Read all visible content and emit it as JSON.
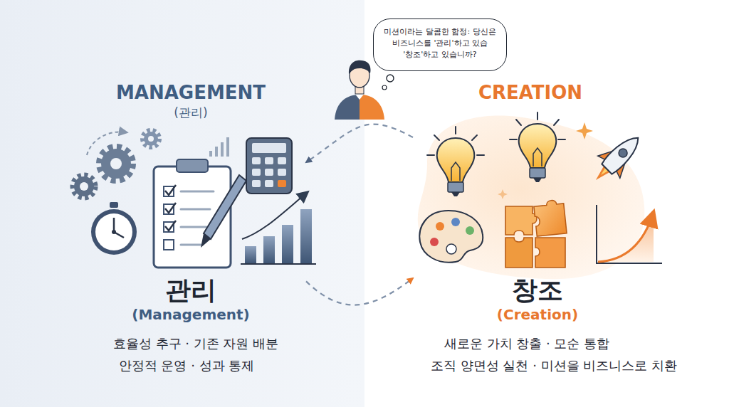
{
  "diagram": {
    "nodes": [
      {
        "text": [
          "MANAGEMENT",
          "(관리)",
          "관리",
          "(Management)",
          "효율성 추구 · 기존 자원 배분",
          "안정적 운영 · 성과 통제"
        ]
      },
      {
        "text": [
          "CREATION",
          "창조",
          "(Creation)",
          "새로운 가치 창출 · 모순 통합",
          "조직 양면성 실천 · 미션을 비즈니스로 치환"
        ]
      },
      {
        "text": [
          "미션이라는 달콤한 함정: 당신은 비즈니스를 '관리'하고 있습 '창조'하고 있습니까?"
        ]
      }
    ],
    "edges": [
      {
        "from": 1,
        "to": 0,
        "arrow": "to"
      },
      {
        "from": 0,
        "to": 1,
        "arrow": "to"
      }
    ]
  }
}
